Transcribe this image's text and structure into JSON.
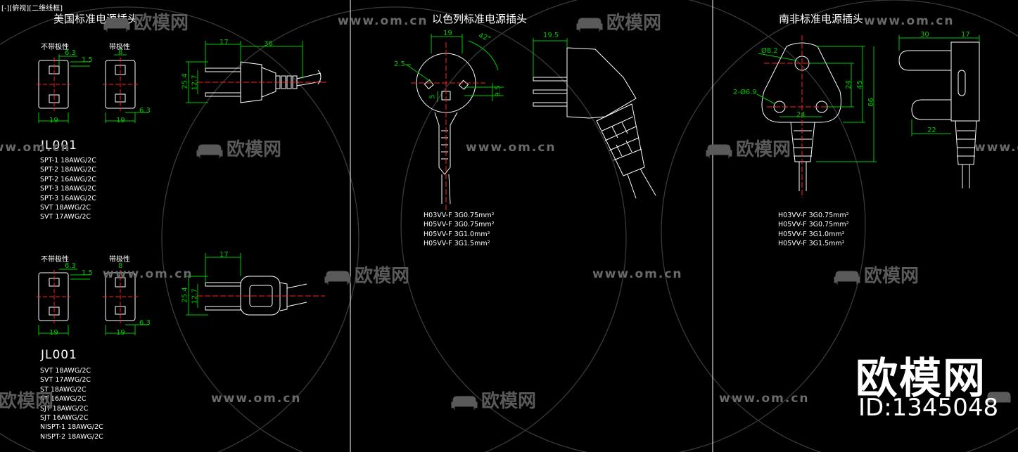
{
  "viewport_label": "[-][俯视][二维线框]",
  "sections": [
    {
      "title": "美国标准电源插头"
    },
    {
      "title": "以色列标准电源插头"
    },
    {
      "title": "南非标准电源插头"
    }
  ],
  "us": {
    "label_nonpolar": "不带极性",
    "label_polar": "带极性",
    "model": "JL001",
    "specs_top": [
      "SPT-1   18AWG/2C",
      "SPT-2   18AWG/2C",
      "SPT-2   16AWG/2C",
      "SPT-3   18AWG/2C",
      "SPT-3   16AWG/2C",
      "SVT   18AWG/2C",
      "SVT   17AWG/2C"
    ],
    "specs_bottom": [
      "SVT   18AWG/2C",
      "SVT   17AWG/2C",
      "ST   18AWG/2C",
      "ST   16AWG/2C",
      "SJT   18AWG/2C",
      "SJT   16AWG/2C",
      "NISPT-1   18AWG/2C",
      "NISPT-2   18AWG/2C"
    ],
    "dims": {
      "a": "6.3",
      "b": "1.5",
      "c": "8",
      "d": "19",
      "e": "17",
      "f": "36",
      "g": "25.4",
      "h": "12.7"
    }
  },
  "israel": {
    "dims": {
      "w": "19",
      "angle": "42°",
      "pin": "2.5",
      "d1": "9.5",
      "d2": "5",
      "side": "19.5"
    },
    "specs": [
      "H03VV-F  3G0.75mm²",
      "H05VV-F  3G0.75mm²",
      "H05VV-F  3G1.0mm²",
      "H05VV-F  3G1.5mm²"
    ]
  },
  "southafrica": {
    "dims": {
      "big": "Ø8.2",
      "small": "2-Ø6.9",
      "w": "24",
      "h1": "24",
      "h2": "45",
      "h3": "66",
      "top": "30",
      "top2": "17",
      "side": "22"
    },
    "specs": [
      "H03VV-F  3G0.75mm²",
      "H05VV-F  3G0.75mm²",
      "H05VV-F  3G1.0mm²",
      "H05VV-F  3G1.5mm²"
    ]
  },
  "watermark": {
    "url": "www.om.cn",
    "brand": "欧模网"
  },
  "stamp": {
    "brand": "欧模网",
    "id": "ID:1345048"
  },
  "colors": {
    "dim": "#00c800",
    "red": "#ff2020",
    "line": "#ffffff",
    "bg": "#000000"
  }
}
